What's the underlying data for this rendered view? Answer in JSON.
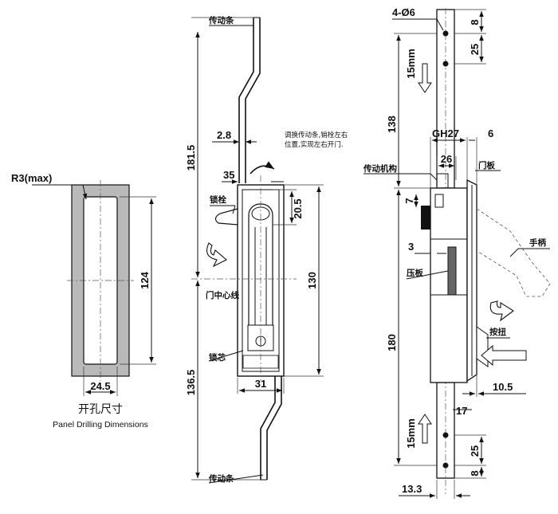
{
  "panel_drilling": {
    "radius_label": "R3(max)",
    "width_label": "24.5",
    "height_label": "124",
    "caption_cn": "开孔尺寸",
    "caption_en": "Panel Drilling Dimensions"
  },
  "front_view": {
    "top_rod_label": "传动条",
    "bottom_rod_label": "传动条",
    "dim_181_5": "181.5",
    "dim_2_8": "2.8",
    "dim_35": "35",
    "dim_20_5": "20.5",
    "dim_130": "130",
    "dim_136_5": "136.5",
    "dim_31": "31",
    "note_line1": "调换传动条,销栓左右",
    "note_line2": "位置,实现左右开门.",
    "latch_label": "锁栓",
    "door_center_label": "门中心线",
    "lock_core_label": "锁芯"
  },
  "side_view": {
    "holes_label": "4-Ø6",
    "dim_8_top": "8",
    "dim_25_top": "25",
    "stroke_top": "15mm",
    "dim_138": "138",
    "dim_gh27": "GH27",
    "dim_6": "6",
    "dim_26": "26",
    "dim_7": "7",
    "dim_3": "3",
    "dim_180": "180",
    "dim_10_5": "10.5",
    "dim_17": "17",
    "stroke_bottom": "15mm",
    "dim_25_bottom": "25",
    "dim_8_bottom": "8",
    "dim_13_3": "13.3",
    "drive_mechanism_label": "传动机构",
    "door_panel_label": "门板",
    "handle_label": "手柄",
    "pressure_plate_label": "压板",
    "button_label": "按扭"
  }
}
